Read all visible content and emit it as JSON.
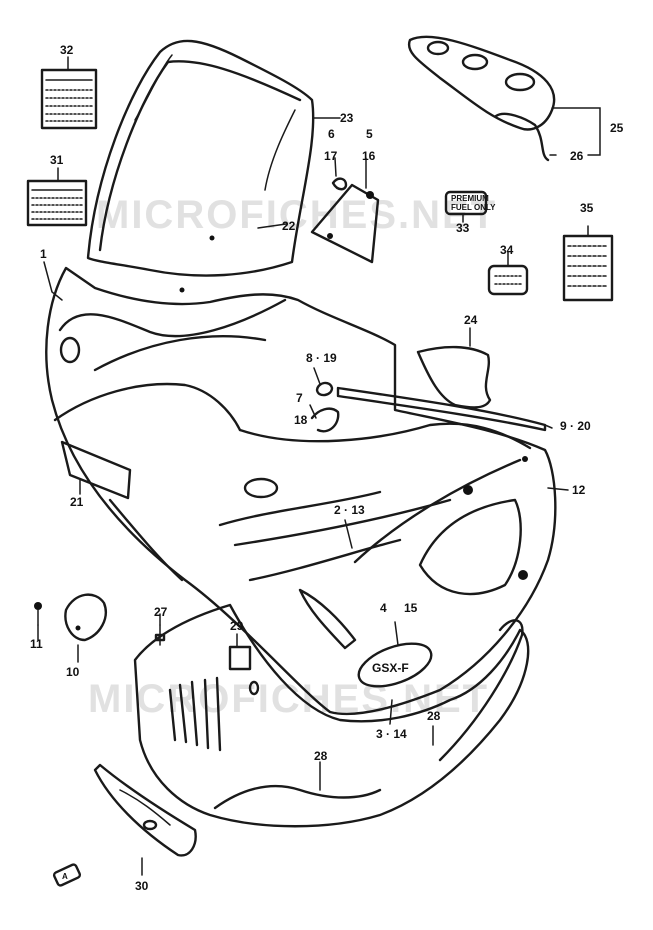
{
  "watermark": "MICROFICHES.NET",
  "parts": {
    "p1": "1",
    "p2": "2 · 13",
    "p3": "3 · 14",
    "p4": "4",
    "p15": "15",
    "p5": "5",
    "p16": "16",
    "p6": "6",
    "p17": "17",
    "p7": "7",
    "p18": "18",
    "p8": "8 · 19",
    "p9": "9 · 20",
    "p10": "10",
    "p11": "11",
    "p12": "12",
    "p21": "21",
    "p22": "22",
    "p23": "23",
    "p24": "24",
    "p25": "25",
    "p26": "26",
    "p27": "27",
    "p28a": "28",
    "p28b": "28",
    "p29": "29",
    "p30": "30",
    "p31": "31",
    "p32": "32",
    "p33": "33",
    "p34": "34",
    "p35": "35"
  },
  "fairing_logo": "GSX-F",
  "label_33_text": [
    "PREMIUM",
    "FUEL ONLY"
  ],
  "corner_stamp": "A"
}
